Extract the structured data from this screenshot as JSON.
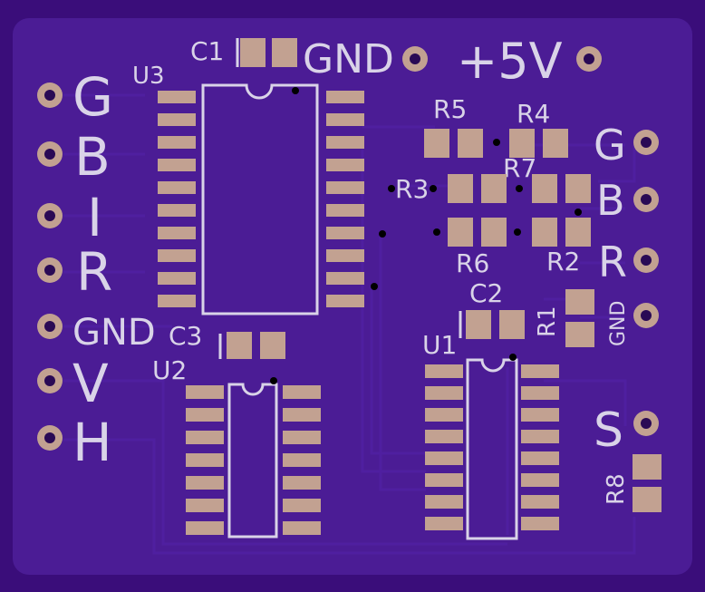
{
  "board": {
    "colors": {
      "background": "#3a0d7a",
      "copper_fill": "#4b1c95",
      "pad": "#c2a191",
      "silkscreen": "#d9d3e8",
      "via": "#000000"
    },
    "left_labels": [
      "G",
      "B",
      "I",
      "R",
      "GND",
      "V",
      "H"
    ],
    "right_labels": [
      "G",
      "B",
      "R",
      "GND",
      "S"
    ],
    "top_labels": {
      "gnd": "GND",
      "plus5v": "+5V"
    },
    "components": {
      "c1": "C1",
      "c2": "C2",
      "c3": "C3",
      "u1": "U1",
      "u2": "U2",
      "u3": "U3",
      "r1": "R1",
      "r2": "R2",
      "r3": "R3",
      "r4": "R4",
      "r5": "R5",
      "r6": "R6",
      "r7": "R7",
      "r8": "R8"
    }
  }
}
